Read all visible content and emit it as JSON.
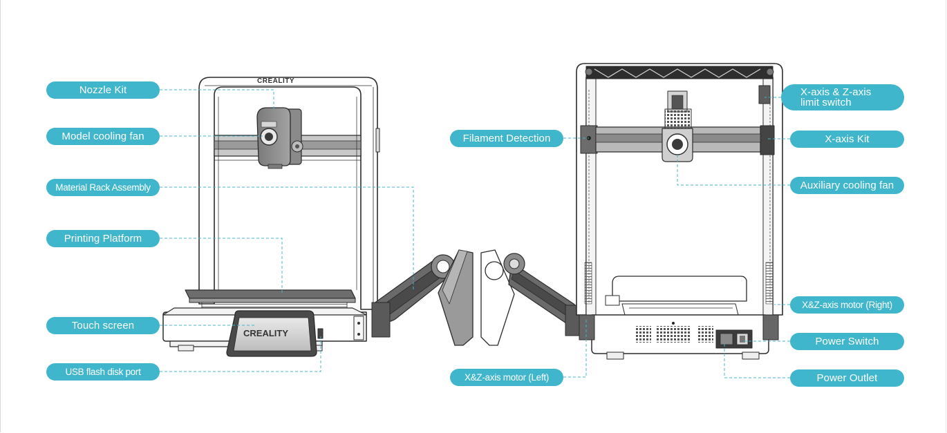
{
  "labels": {
    "nozzle_kit": "Nozzle Kit",
    "model_cooling_fan": "Model cooling fan",
    "material_rack_assembly": "Material Rack Assembly",
    "printing_platform": "Printing Platform",
    "touch_screen": "Touch screen",
    "usb_flash_disk_port": "USB flash disk port",
    "filament_detection": "Filament Detection",
    "xz_motor_left": "X&Z-axis motor (Left)",
    "xz_limit_switch_line1": "X-axis & Z-axis",
    "xz_limit_switch_line2": "limit switch",
    "x_axis_kit": "X-axis Kit",
    "auxiliary_cooling_fan": "Auxiliary cooling fan",
    "xz_motor_right": "X&Z-axis motor (Right)",
    "power_switch": "Power Switch",
    "power_outlet": "Power Outlet"
  },
  "brand": {
    "logo_text": "CREALITY"
  },
  "colors": {
    "label_fill": "#3fb6cc",
    "label_text": "#ffffff",
    "leader_line": "#3fb6cc",
    "outline": "#2b2b2b",
    "part_gray": "#8e8e8e",
    "dark_part": "#4a4a4a"
  }
}
